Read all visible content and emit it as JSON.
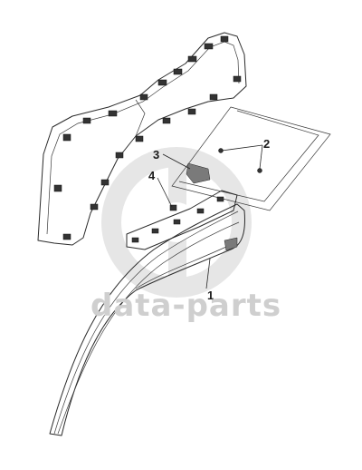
{
  "diagram": {
    "callouts": [
      {
        "id": "1",
        "label": "1"
      },
      {
        "id": "2",
        "label": "2"
      },
      {
        "id": "3",
        "label": "3"
      },
      {
        "id": "4",
        "label": "4"
      }
    ],
    "watermark": {
      "text": "data-parts"
    },
    "colors": {
      "line": "#2a2a2a",
      "watermark": "#cfcfcf",
      "background": "#ffffff"
    }
  }
}
